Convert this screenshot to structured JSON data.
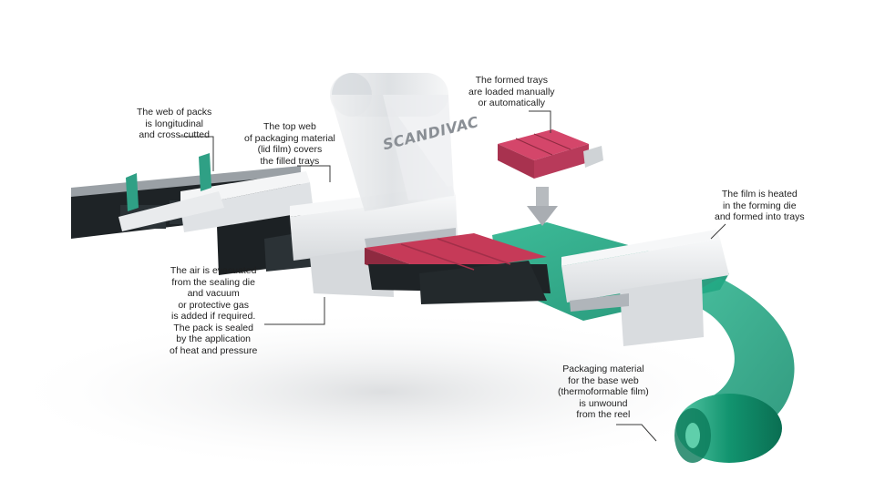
{
  "brand": {
    "name": "SCANDIVAC"
  },
  "callouts": {
    "trays_loaded": {
      "lines": [
        "The formed trays",
        "are loaded manually",
        "or automatically"
      ]
    },
    "web_cut": {
      "lines": [
        "The web of packs",
        "is longitudinal",
        "and cross-cutted"
      ]
    },
    "top_web": {
      "lines": [
        "The top web",
        "of packaging material",
        "(lid film) covers",
        "the filled trays"
      ]
    },
    "film_heated": {
      "lines": [
        "The film is heated",
        "in the forming die",
        "and formed into trays"
      ]
    },
    "air_evacuated": {
      "lines": [
        "The air is evacuated",
        "from the sealing die",
        "and vacuum",
        "or protective gas",
        "is added if required.",
        "The pack is sealed",
        "by the application",
        "of heat and pressure"
      ]
    },
    "base_web": {
      "lines": [
        "Packaging material",
        "for  the base web",
        "(thermoformable film)",
        "is unwound",
        "from the reel"
      ]
    }
  },
  "colors": {
    "green_film": "#1aa17e",
    "tray_red": "#c63a58",
    "tray_black": "#1e2326",
    "machine_light": "#e9ebed",
    "machine_shade": "#c4c8cc",
    "leader_line": "#3a3a3a"
  }
}
